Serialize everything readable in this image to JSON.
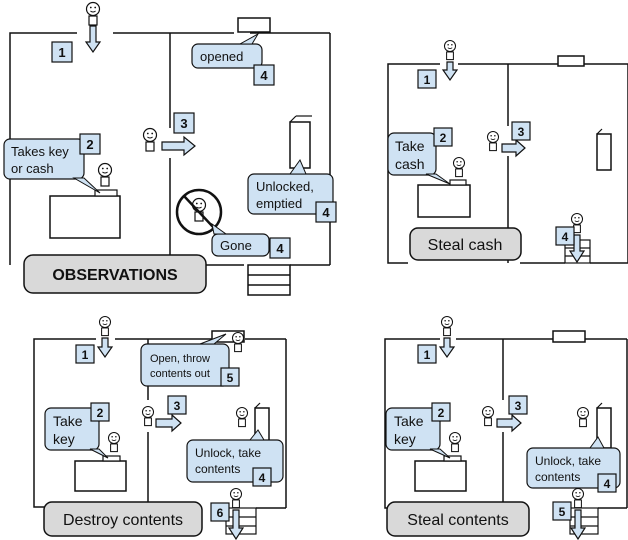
{
  "panels": {
    "observations": {
      "title": "OBSERVATIONS",
      "callouts": {
        "takes": [
          "Takes key",
          "or cash"
        ],
        "opened": "opened",
        "unlocked": [
          "Unlocked,",
          "emptied"
        ],
        "gone": "Gone"
      },
      "steps": {
        "enter": "1",
        "takes": "2",
        "move": "3",
        "opened": "4",
        "unlocked": "4",
        "gone": "4"
      }
    },
    "steal_cash": {
      "title": "Steal cash",
      "callouts": {
        "take": [
          "Take",
          "cash"
        ]
      },
      "steps": {
        "enter": "1",
        "take": "2",
        "move": "3",
        "exit": "4"
      }
    },
    "destroy_contents": {
      "title": "Destroy contents",
      "callouts": {
        "take": [
          "Take",
          "key"
        ],
        "open": [
          "Open, throw",
          "contents out"
        ],
        "unlock": [
          "Unlock, take",
          "contents"
        ]
      },
      "steps": {
        "enter": "1",
        "take": "2",
        "move": "3",
        "unlock": "4",
        "open": "5",
        "exit": "6"
      }
    },
    "steal_contents": {
      "title": "Steal contents",
      "callouts": {
        "take": [
          "Take",
          "key"
        ],
        "unlock": [
          "Unlock, take",
          "contents"
        ]
      },
      "steps": {
        "enter": "1",
        "take": "2",
        "move": "3",
        "unlock": "4",
        "exit": "5"
      }
    }
  },
  "colors": {
    "callout_fill": "#cfe2f3",
    "badge_fill": "#cfe2f3",
    "title_fill": "#d9d9d9",
    "stroke": "#111111"
  }
}
